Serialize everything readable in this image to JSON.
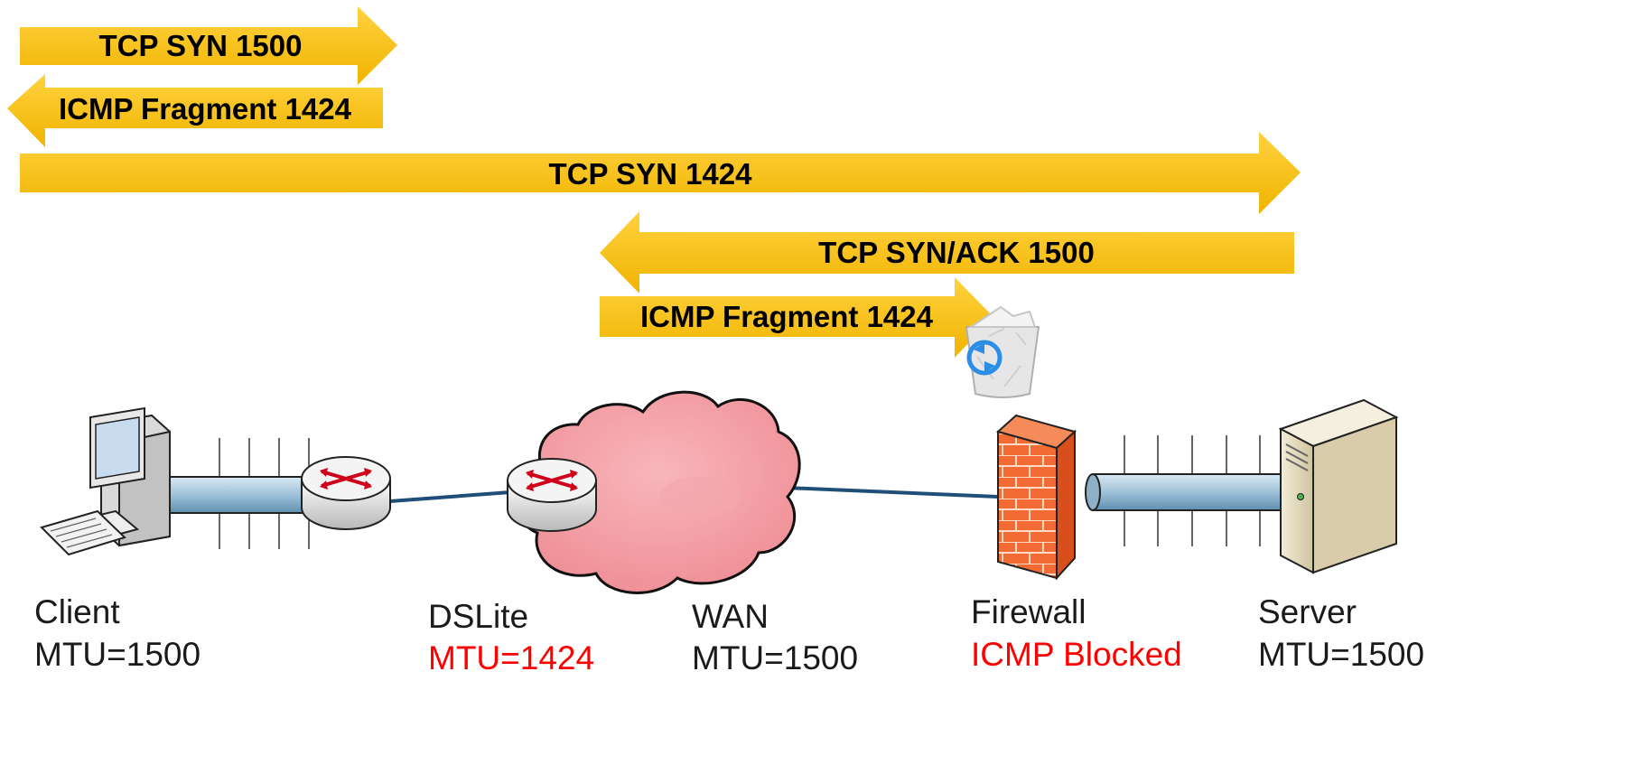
{
  "arrows": [
    {
      "label": "TCP SYN 1500",
      "direction": "right"
    },
    {
      "label": "ICMP Fragment 1424",
      "direction": "left"
    },
    {
      "label": "TCP SYN 1424",
      "direction": "right"
    },
    {
      "label": "TCP SYN/ACK 1500",
      "direction": "left"
    },
    {
      "label": "ICMP Fragment 1424",
      "direction": "right"
    }
  ],
  "nodes": {
    "client": {
      "name": "Client",
      "detail": "MTU=1500",
      "highlight": false
    },
    "dslite": {
      "name": "DSLite",
      "detail": "MTU=1424",
      "highlight": true
    },
    "wan": {
      "name": "WAN",
      "detail": "MTU=1500",
      "highlight": false
    },
    "firewall": {
      "name": "Firewall",
      "detail": "ICMP Blocked",
      "highlight": true
    },
    "server": {
      "name": "Server",
      "detail": "MTU=1500",
      "highlight": false
    }
  },
  "colors": {
    "arrow_fill": "#f7c100",
    "highlight_text": "#ff0000",
    "link_line": "#1f4e79",
    "cloud": "#f4a2a8",
    "firewall": "#f05a28"
  },
  "icons": [
    "computer-icon",
    "router-icon",
    "cloud-icon",
    "firewall-icon",
    "server-icon",
    "recycle-bin-icon"
  ]
}
